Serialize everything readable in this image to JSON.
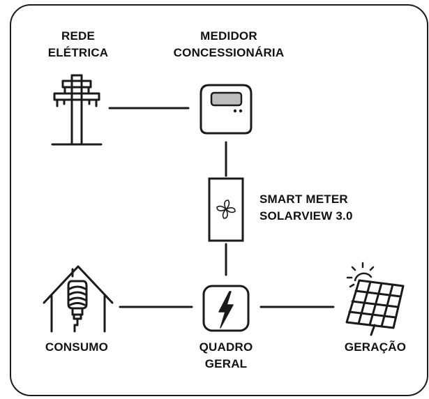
{
  "nodes": {
    "grid": {
      "label": "REDE\nELÉTRICA",
      "icon": "power-pole-icon"
    },
    "utility_meter": {
      "label": "MEDIDOR\nCONCESSIONÁRIA",
      "icon": "electricity-meter-icon"
    },
    "smart_meter": {
      "label": "SMART METER\nSOLARVIEW 3.0",
      "icon": "smart-meter-device-icon"
    },
    "consumption": {
      "label": "CONSUMO",
      "icon": "house-lightbulb-icon"
    },
    "main_panel": {
      "label": "QUADRO\nGERAL",
      "icon": "lightning-panel-icon"
    },
    "generation": {
      "label": "GERAÇÃO",
      "icon": "solar-panel-sun-icon"
    }
  },
  "colors": {
    "stroke": "#1a1a1a",
    "meter_display": "#bdbdbd",
    "background": "#ffffff"
  }
}
